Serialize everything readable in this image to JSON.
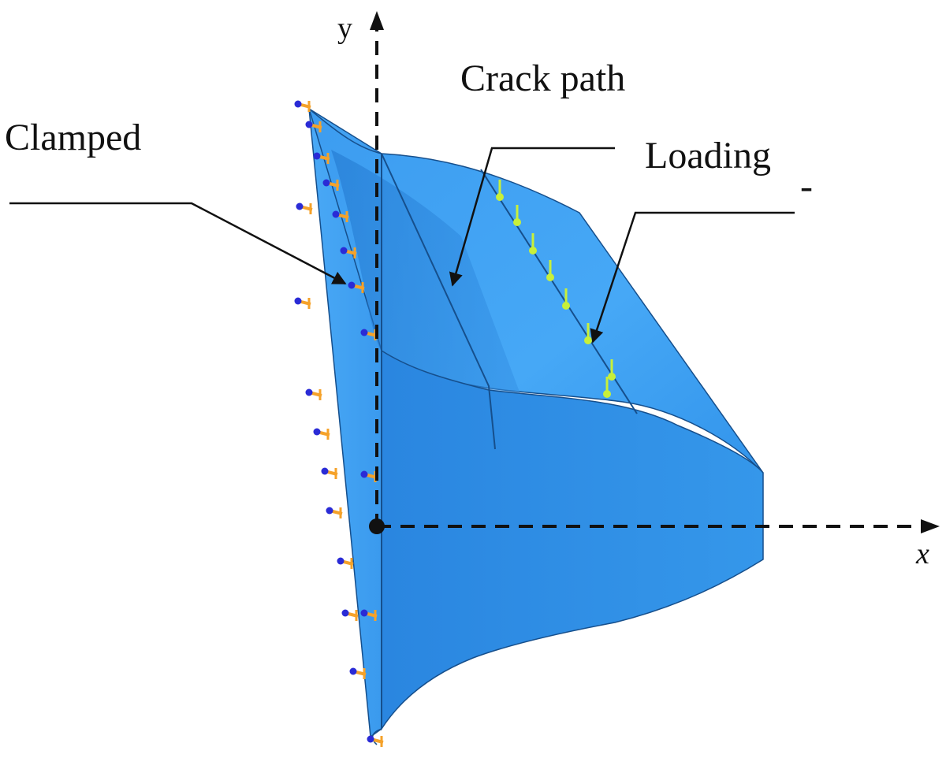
{
  "labels": {
    "clamped": "Clamped",
    "crack_path": "Crack path",
    "loading": "Loading",
    "axis_x": "x",
    "axis_y": "y",
    "stray_mark": "-"
  },
  "colors": {
    "surface_face": "#2f8fe6",
    "surface_light": "#45a6f4",
    "surface_dark": "#1c6fc7",
    "edge": "#164f8c",
    "clamp_orange": "#f5a22a",
    "clamp_blue": "#2a2bd6",
    "load_green": "#c8f03a",
    "arrow": "#111111",
    "axis": "#111111"
  },
  "icons": {
    "clamp_marker": "clamp-symbol-icon",
    "load_marker": "load-arrow-icon",
    "origin": "origin-dot-icon"
  }
}
